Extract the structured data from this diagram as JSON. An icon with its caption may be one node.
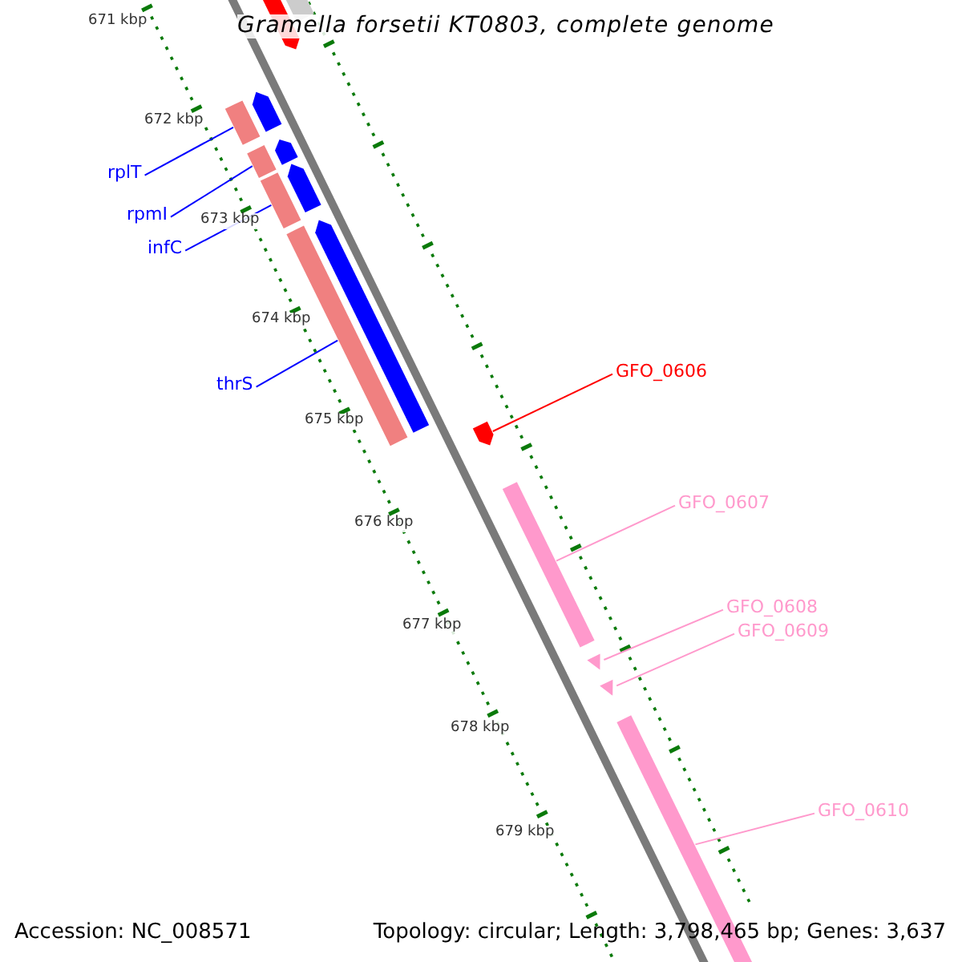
{
  "diagram": {
    "title": "Gramella forsetii KT0803, complete genome",
    "nodes": [
      {
        "text": [
          "rplT"
        ]
      },
      {
        "text": [
          "rpmI"
        ]
      },
      {
        "text": [
          "infC"
        ]
      },
      {
        "text": [
          "thrS"
        ]
      },
      {
        "text": [
          "GFO_0606"
        ]
      },
      {
        "text": [
          "GFO_0607"
        ]
      },
      {
        "text": [
          "GFO_0608"
        ]
      },
      {
        "text": [
          "GFO_0609"
        ]
      },
      {
        "text": [
          "GFO_0610"
        ]
      },
      {
        "text": [],
        "shape": "bar"
      },
      {
        "text": [],
        "shape": "bar"
      },
      {
        "text": [],
        "shape": "bar"
      },
      {
        "text": [],
        "shape": "bar"
      },
      {
        "text": [],
        "shape": "bar"
      },
      {
        "text": [],
        "shape": "bar"
      },
      {
        "text": [],
        "shape": "bar"
      },
      {
        "text": [],
        "shape": "bar"
      },
      {
        "text": [],
        "shape": "bar"
      }
    ],
    "edges": [
      {
        "from": 0,
        "to": 9,
        "arrow": "none",
        "color": "#0000ff"
      },
      {
        "from": 1,
        "to": 10,
        "arrow": "none",
        "color": "#0000ff"
      },
      {
        "from": 2,
        "to": 11,
        "arrow": "none",
        "color": "#0000ff"
      },
      {
        "from": 3,
        "to": 12,
        "arrow": "none",
        "color": "#0000ff"
      },
      {
        "from": 4,
        "to": 13,
        "arrow": "none",
        "color": "#ff0000"
      },
      {
        "from": 5,
        "to": 14,
        "arrow": "none",
        "color": "#ff99cc"
      },
      {
        "from": 6,
        "to": 15,
        "arrow": "none",
        "color": "#ff99cc"
      },
      {
        "from": 7,
        "to": 16,
        "arrow": "none",
        "color": "#ff99cc"
      },
      {
        "from": 8,
        "to": 17,
        "arrow": "none",
        "color": "#ff99cc"
      }
    ],
    "labels": [
      "671 kbp",
      "672 kbp",
      "673 kbp",
      "674 kbp",
      "675 kbp",
      "676 kbp",
      "677 kbp",
      "678 kbp",
      "679 kbp",
      "Accession: NC_008571",
      "Topology: circular; Length: 3,798,465 bp; Genes: 3,637"
    ]
  }
}
